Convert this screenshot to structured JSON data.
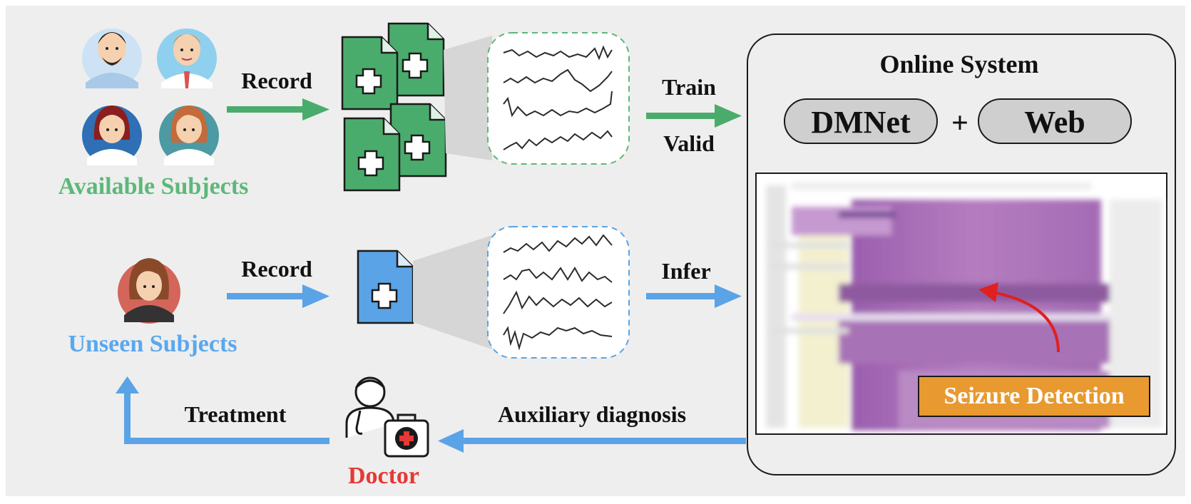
{
  "labels": {
    "record_top": "Record",
    "record_bottom": "Record",
    "available_subjects": "Available Subjects",
    "unseen_subjects": "Unseen Subjects",
    "train": "Train",
    "valid": "Valid",
    "infer": "Infer",
    "treatment": "Treatment",
    "auxiliary_diagnosis": "Auxiliary diagnosis",
    "doctor": "Doctor"
  },
  "online_system": {
    "title": "Online System",
    "model": "DMNet",
    "plus": "+",
    "web": "Web",
    "callout": "Seizure Detection"
  },
  "colors": {
    "background": "#eeeeee",
    "green": "#4aac6c",
    "green_text": "#5cb879",
    "blue": "#5aa3e6",
    "blue_text": "#5aa8ee",
    "doctor_red": "#e53935",
    "callout_orange": "#e8992f",
    "pill_fill": "#cfcfcf",
    "seizure_purple": "#a76fb6"
  },
  "icons": [
    "male-avatar-icon",
    "female-avatar-icon",
    "record-document-icon",
    "eeg-signal-icon",
    "doctor-icon",
    "medical-kit-icon",
    "arrow-icon"
  ]
}
